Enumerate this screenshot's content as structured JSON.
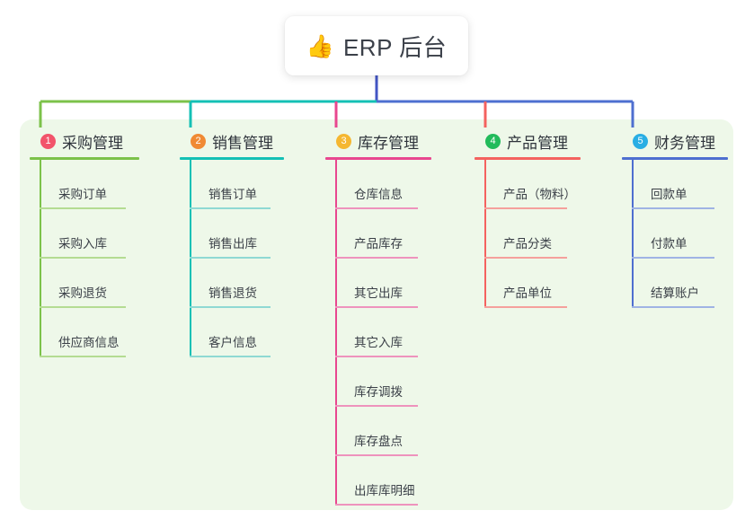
{
  "title": {
    "emoji": "👍",
    "emoji_name": "thumbs-up-emoji",
    "text": "ERP 后台"
  },
  "colors": {
    "panel_bg": "#eef8e9",
    "card_bg": "#ffffff",
    "text": "#3a3f47",
    "trunk": "#4355c4"
  },
  "columns": [
    {
      "number": "1",
      "title": "采购管理",
      "badge_color": "#f2546b",
      "line_color": "#7cc24a",
      "leaf_color": "#b4dc92",
      "connector_color": "#7cc24a",
      "items": [
        "采购订单",
        "采购入库",
        "采购退货",
        "供应商信息"
      ]
    },
    {
      "number": "2",
      "title": "销售管理",
      "badge_color": "#f08a34",
      "line_color": "#14c0b5",
      "leaf_color": "#8fd9d3",
      "connector_color": "#14c0b5",
      "items": [
        "销售订单",
        "销售出库",
        "销售退货",
        "客户信息"
      ]
    },
    {
      "number": "3",
      "title": "库存管理",
      "badge_color": "#f5b731",
      "line_color": "#e8478f",
      "leaf_color": "#ee93bd",
      "connector_color": "#e8478f",
      "items": [
        "仓库信息",
        "产品库存",
        "其它出库",
        "其它入库",
        "库存调拨",
        "库存盘点",
        "出库库明细"
      ]
    },
    {
      "number": "4",
      "title": "产品管理",
      "badge_color": "#22bb5b",
      "line_color": "#f4625f",
      "leaf_color": "#f5a09c",
      "connector_color": "#f4625f",
      "items": [
        "产品（物料）",
        "产品分类",
        "产品单位"
      ]
    },
    {
      "number": "5",
      "title": "财务管理",
      "badge_color": "#29aee4",
      "line_color": "#4e6fd0",
      "leaf_color": "#9fb3e4",
      "connector_color": "#4e6fd0",
      "items": [
        "回款单",
        "付款单",
        "结算账户"
      ]
    }
  ]
}
